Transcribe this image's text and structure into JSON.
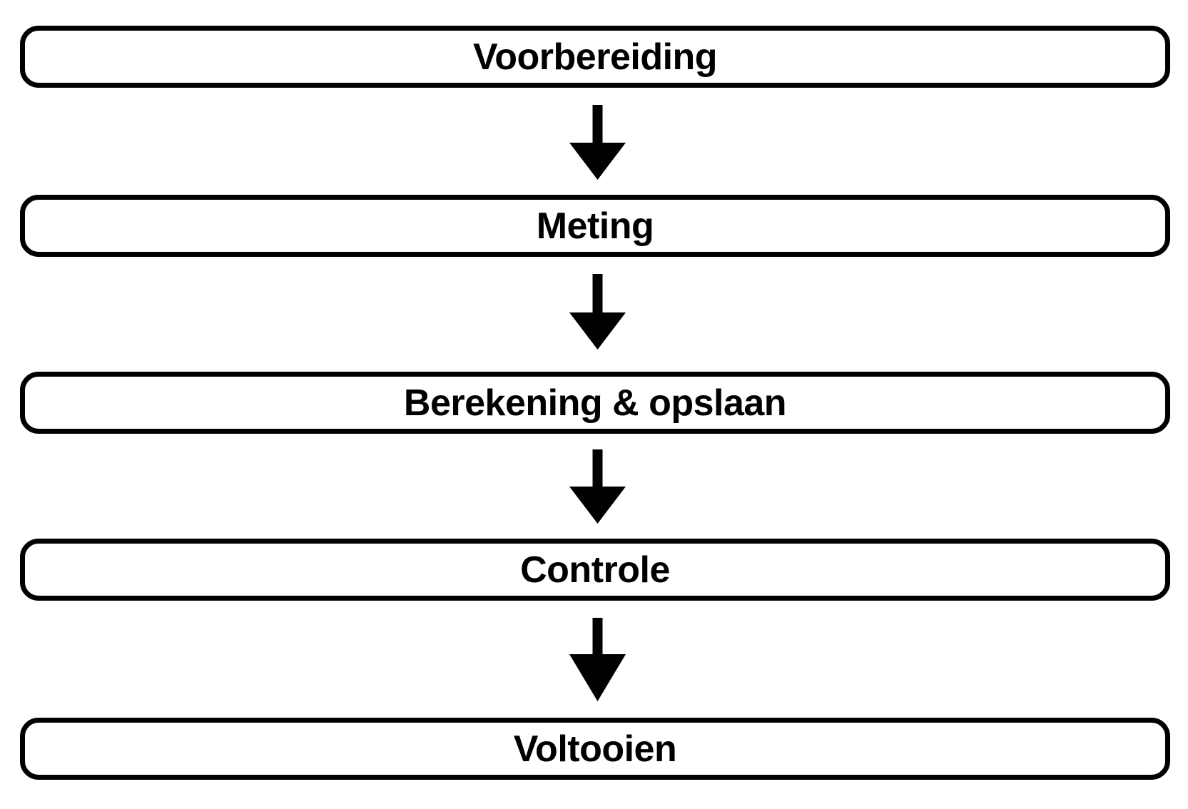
{
  "diagram": {
    "type": "flowchart",
    "orientation": "vertical",
    "language": "nl",
    "background_color": "#ffffff",
    "stroke_color": "#000000",
    "text_color": "#000000",
    "nodes": [
      {
        "id": "voorbereiding",
        "label": "Voorbereiding",
        "shape": "rounded-rectangle"
      },
      {
        "id": "meting",
        "label": "Meting",
        "shape": "rounded-rectangle"
      },
      {
        "id": "berekening-opslaan",
        "label": "Berekening & opslaan",
        "shape": "rounded-rectangle"
      },
      {
        "id": "controle",
        "label": "Controle",
        "shape": "rounded-rectangle"
      },
      {
        "id": "voltooien",
        "label": "Voltooien",
        "shape": "rounded-rectangle"
      }
    ],
    "connectors": [
      {
        "id": "arrow-1",
        "from": "voorbereiding",
        "to": "meting",
        "direction": "down",
        "style": "solid-filled-arrowhead"
      },
      {
        "id": "arrow-2",
        "from": "meting",
        "to": "berekening-opslaan",
        "direction": "down",
        "style": "solid-filled-arrowhead"
      },
      {
        "id": "arrow-3",
        "from": "berekening-opslaan",
        "to": "controle",
        "direction": "down",
        "style": "solid-filled-arrowhead"
      },
      {
        "id": "arrow-4",
        "from": "controle",
        "to": "voltooien",
        "direction": "down",
        "style": "solid-filled-arrowhead"
      }
    ]
  }
}
